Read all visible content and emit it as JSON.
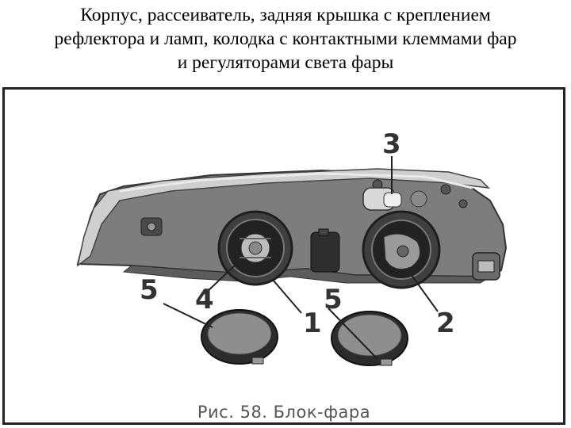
{
  "title_lines": [
    "Корпус, рассеиватель, задняя крышка с креплением",
    "рефлектора и ламп, колодка с контактными клеммами фар",
    "и регуляторами света фары"
  ],
  "figure": {
    "callouts": [
      "3",
      "4",
      "1",
      "5",
      "2",
      "5"
    ],
    "caption": "Рис. 58. Блок-фара"
  }
}
